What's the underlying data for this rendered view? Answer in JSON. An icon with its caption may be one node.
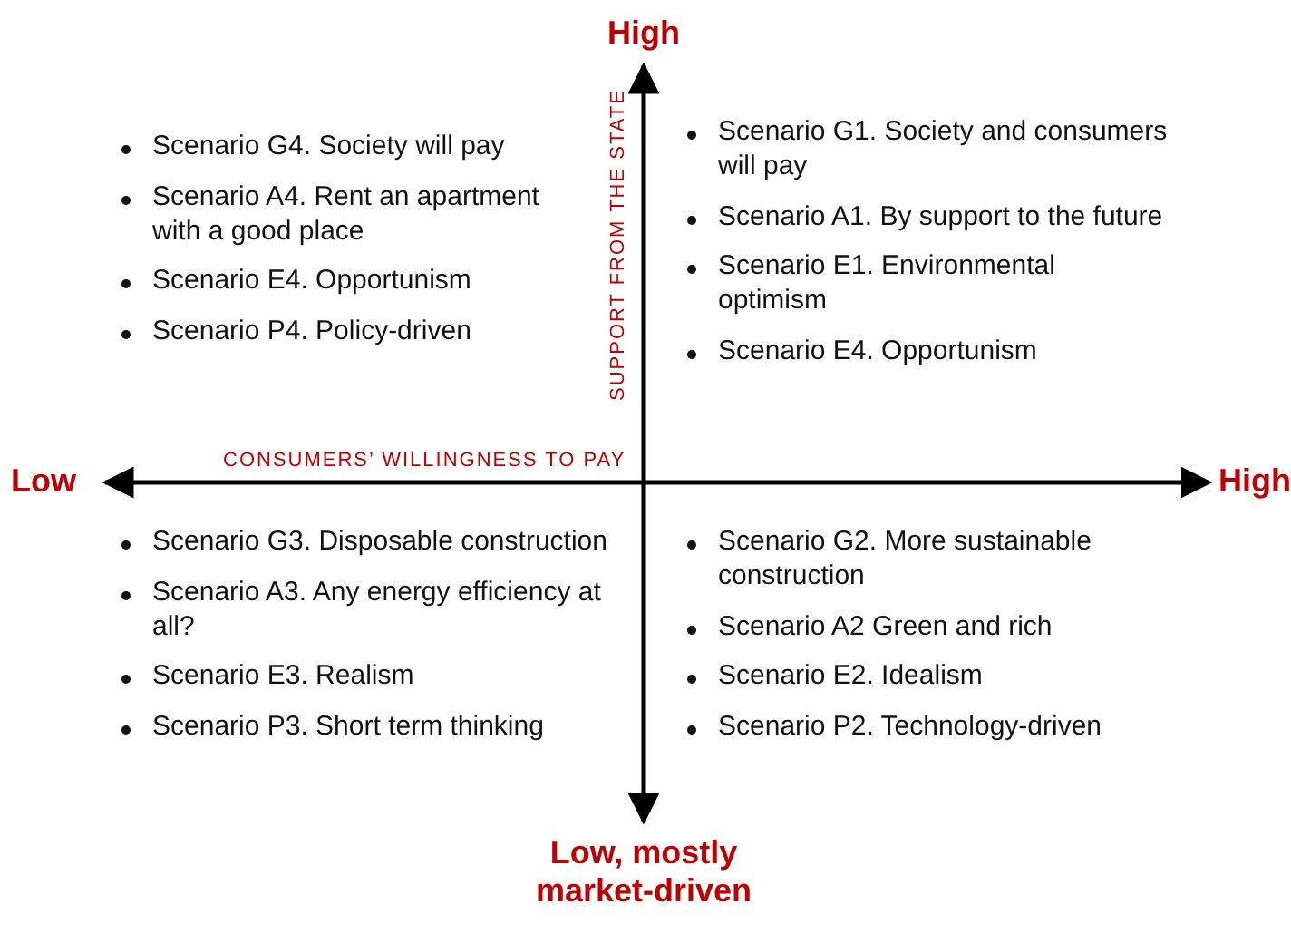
{
  "diagram": {
    "labels": [
      "High",
      "Scenario G4. Society will pay",
      "Scenario A4. Rent an apartment with a good place",
      "Scenario E4. Opportunism",
      "Scenario P4. Policy-driven",
      "SUPPORT FROM THE STATE",
      "Scenario G1. Society and consumers will pay",
      "Scenario A1. By support to the future",
      "Scenario E1. Environmental optimism",
      "Scenario E4. Opportunism",
      "CONSUMERS’ WILLINGNESS TO PAY",
      "Low",
      "High",
      "Scenario G3. Disposable construction",
      "Scenario A3. Any energy efficiency at all?",
      "Scenario E3. Realism",
      "Scenario P3. Short term thinking",
      "Scenario G2. More sustainable construction",
      "Scenario A2 Green and rich",
      "Scenario E2. Idealism",
      "Scenario P2. Technology-driven",
      "Low, mostly market-driven"
    ]
  }
}
